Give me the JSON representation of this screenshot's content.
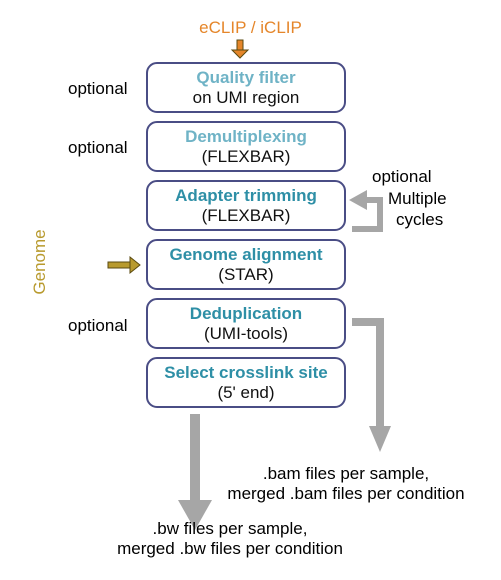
{
  "input_label": "eCLIP / iCLIP",
  "genome_label": "Genome",
  "optional_label": "optional",
  "loop": {
    "line1": "optional",
    "line2": "Multiple",
    "line3": "cycles"
  },
  "steps": [
    {
      "title": "Quality filter",
      "subtitle": "on UMI region"
    },
    {
      "title": "Demultiplexing",
      "subtitle": "(FLEXBAR)"
    },
    {
      "title": "Adapter trimming",
      "subtitle": "(FLEXBAR)"
    },
    {
      "title": "Genome alignment",
      "subtitle": "(STAR)"
    },
    {
      "title": "Deduplication",
      "subtitle": "(UMI-tools)"
    },
    {
      "title": "Select crosslink site",
      "subtitle": "(5' end)"
    }
  ],
  "bam_output": {
    "line1": ".bam files per sample,",
    "line2": "merged .bam files per condition"
  },
  "bw_output": {
    "line1": ".bw files per sample,",
    "line2": "merged .bw files per condition"
  },
  "colors": {
    "input": "#e5862a",
    "genome": "#b89a2e",
    "box_border": "#4a4d85",
    "title_light": "#6fb3c6",
    "title_dark": "#2e8fa6",
    "arrow_gray": "#a6a6a6",
    "arrow_gold": "#9a7d1a"
  }
}
